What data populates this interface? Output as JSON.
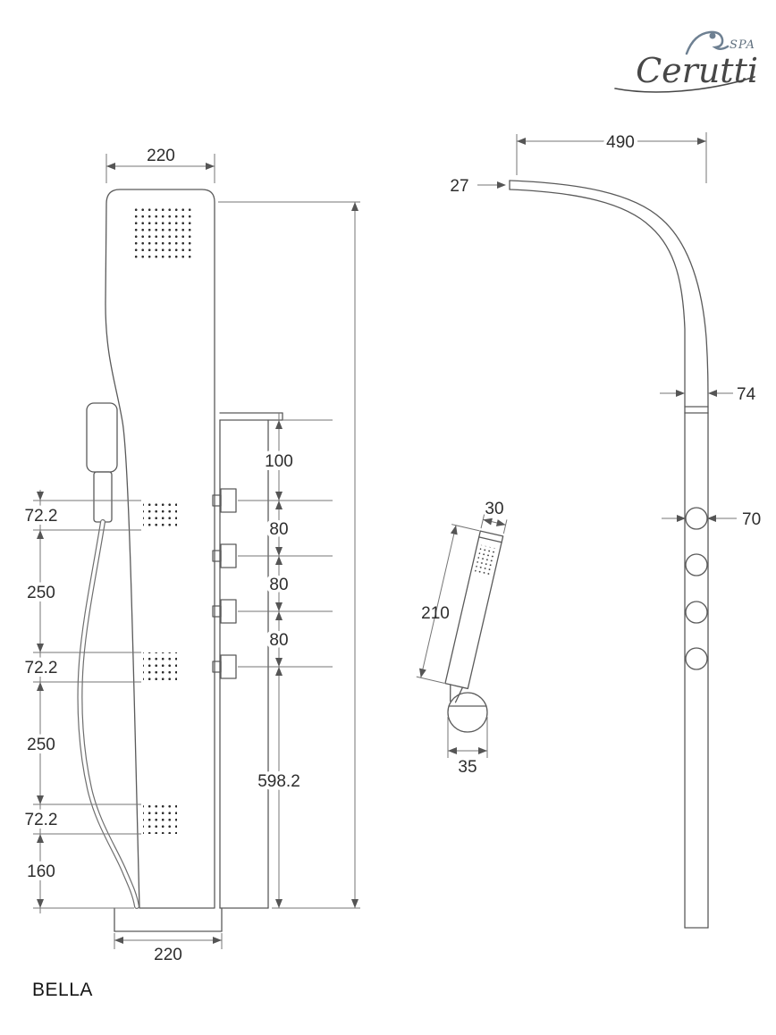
{
  "brand": {
    "name": "Cerutti",
    "tagline": "SPA"
  },
  "model_name": "BELLA",
  "front_view": {
    "top_width": "220",
    "bottom_width": "220",
    "left_chain": {
      "jet_height_1": "72.2",
      "spacing_1": "250",
      "jet_height_2": "72.2",
      "spacing_2": "250",
      "jet_height_3": "72.2",
      "bottom_offset": "160"
    }
  },
  "control_dims": {
    "top_gap": "100",
    "knob_gap_1": "80",
    "knob_gap_2": "80",
    "knob_gap_3": "80",
    "bottom_span": "598.2"
  },
  "side_view": {
    "arm_reach": "490",
    "arm_tip_thickness": "27",
    "panel_width": "74",
    "knob_diameter": "70"
  },
  "hand_shower": {
    "width": "30",
    "length": "210",
    "head_width": "35"
  }
}
